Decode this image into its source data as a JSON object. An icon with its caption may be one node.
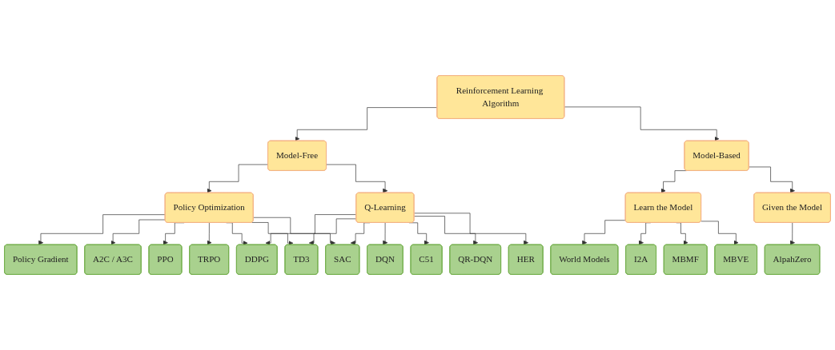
{
  "diagram": {
    "nodes": [
      {
        "text": [
          "Reinforcement Learning Algorithm"
        ]
      },
      {
        "text": [
          "Model-Free"
        ]
      },
      {
        "text": [
          "Model-Based"
        ]
      },
      {
        "text": [
          "Policy Optimization"
        ]
      },
      {
        "text": [
          "Q-Learning"
        ]
      },
      {
        "text": [
          "Learn the Model"
        ]
      },
      {
        "text": [
          "Given the Model"
        ]
      },
      {
        "text": [
          "Policy Gradient"
        ]
      },
      {
        "text": [
          "A2C / A3C"
        ]
      },
      {
        "text": [
          "PPO"
        ]
      },
      {
        "text": [
          "TRPO"
        ]
      },
      {
        "text": [
          "DDPG"
        ]
      },
      {
        "text": [
          "TD3"
        ]
      },
      {
        "text": [
          "SAC"
        ]
      },
      {
        "text": [
          "DQN"
        ]
      },
      {
        "text": [
          "C51"
        ]
      },
      {
        "text": [
          "QR-DQN"
        ]
      },
      {
        "text": [
          "HER"
        ]
      },
      {
        "text": [
          "World Models"
        ]
      },
      {
        "text": [
          "I2A"
        ]
      },
      {
        "text": [
          "MBMF"
        ]
      },
      {
        "text": [
          "MBVE"
        ]
      },
      {
        "text": [
          "AlpahZero"
        ]
      }
    ],
    "edges": [
      {
        "from": 0,
        "to": 1,
        "arrow": "to"
      },
      {
        "from": 0,
        "to": 2,
        "arrow": "to"
      },
      {
        "from": 1,
        "to": 3,
        "arrow": "to"
      },
      {
        "from": 1,
        "to": 4,
        "arrow": "to"
      },
      {
        "from": 2,
        "to": 5,
        "arrow": "to"
      },
      {
        "from": 2,
        "to": 6,
        "arrow": "to"
      },
      {
        "from": 3,
        "to": 7,
        "arrow": "to"
      },
      {
        "from": 3,
        "to": 8,
        "arrow": "to"
      },
      {
        "from": 3,
        "to": 9,
        "arrow": "to"
      },
      {
        "from": 3,
        "to": 10,
        "arrow": "to"
      },
      {
        "from": 3,
        "to": 11,
        "arrow": "to"
      },
      {
        "from": 3,
        "to": 12,
        "arrow": "to"
      },
      {
        "from": 3,
        "to": 13,
        "arrow": "to"
      },
      {
        "from": 4,
        "to": 11,
        "arrow": "to"
      },
      {
        "from": 4,
        "to": 12,
        "arrow": "to"
      },
      {
        "from": 4,
        "to": 13,
        "arrow": "to"
      },
      {
        "from": 4,
        "to": 14,
        "arrow": "to"
      },
      {
        "from": 4,
        "to": 15,
        "arrow": "to"
      },
      {
        "from": 4,
        "to": 16,
        "arrow": "to"
      },
      {
        "from": 4,
        "to": 17,
        "arrow": "to"
      },
      {
        "from": 5,
        "to": 18,
        "arrow": "to"
      },
      {
        "from": 5,
        "to": 19,
        "arrow": "to"
      },
      {
        "from": 5,
        "to": 20,
        "arrow": "to"
      },
      {
        "from": 5,
        "to": 21,
        "arrow": "to"
      },
      {
        "from": 6,
        "to": 22,
        "arrow": "to"
      }
    ]
  }
}
